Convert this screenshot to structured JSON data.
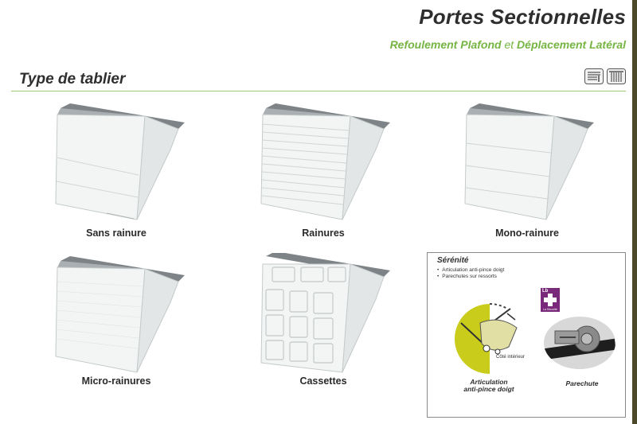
{
  "header": {
    "title": "Portes Sectionnelles",
    "subtitle_part1": "Refoulement Plafond",
    "subtitle_conj": "et",
    "subtitle_part2": "Déplacement Latéral"
  },
  "section": {
    "title": "Type de tablier",
    "icons": [
      "ceiling-retract-icon",
      "side-slide-icon"
    ]
  },
  "doors": [
    {
      "label": "Sans rainure",
      "pattern": "plain"
    },
    {
      "label": "Rainures",
      "pattern": "ribbed"
    },
    {
      "label": "Mono-rainure",
      "pattern": "mono"
    },
    {
      "label": "Micro-rainures",
      "pattern": "micro"
    },
    {
      "label": "Cassettes",
      "pattern": "cassette"
    }
  ],
  "serenite": {
    "title": "Sérénité",
    "features": [
      "Articulation anti-pince doigt",
      "Parechutes sur ressorts"
    ],
    "badge_top": "Lb",
    "badge_bottom": "La Sécurité",
    "cote_label": "Côté intérieur",
    "caption_left_line1": "Articulation",
    "caption_left_line2": "anti-pince doigt",
    "caption_right": "Parechute"
  },
  "colors": {
    "accent_green": "#76b543",
    "panel_yellow": "#c9cc1a",
    "badge_purple": "#7a2a7a"
  }
}
